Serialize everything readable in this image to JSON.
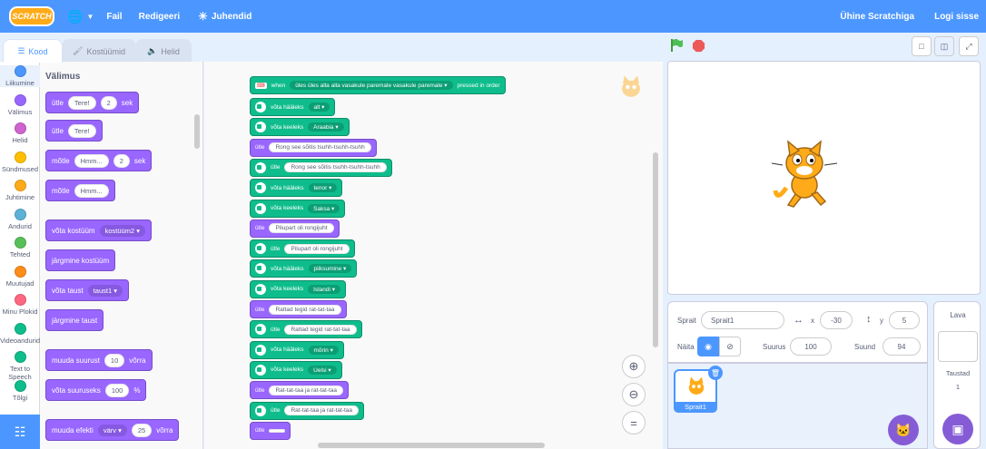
{
  "menubar": {
    "logo": "SCRATCH",
    "file": "Fail",
    "edit": "Redigeeri",
    "tutorials": "Juhendid",
    "join": "Ühine Scratchiga",
    "signin": "Logi sisse"
  },
  "tabs": {
    "code": "Kood",
    "costumes": "Kostüümid",
    "sounds": "Helid"
  },
  "categories": [
    {
      "label": "Liikumine",
      "color": "#4c97ff"
    },
    {
      "label": "Välimus",
      "color": "#9966ff"
    },
    {
      "label": "Helid",
      "color": "#cf63cf"
    },
    {
      "label": "Sündmused",
      "color": "#ffbf00"
    },
    {
      "label": "Juhtimine",
      "color": "#ffab19"
    },
    {
      "label": "Andurid",
      "color": "#5cb1d6"
    },
    {
      "label": "Tehted",
      "color": "#59c059"
    },
    {
      "label": "Muutujad",
      "color": "#ff8c1a"
    },
    {
      "label": "Minu Plokid",
      "color": "#ff6680"
    },
    {
      "label": "Videoandurid",
      "color": "#0fbd8c"
    },
    {
      "label": "Text to Speech",
      "color": "#0fbd8c"
    },
    {
      "label": "Tõlgi",
      "color": "#0fbd8c"
    }
  ],
  "palette": {
    "title": "Välimus",
    "say_secs": {
      "word": "ütle",
      "text": "Tere!",
      "secs": "2",
      "unit": "sek"
    },
    "say": {
      "word": "ütle",
      "text": "Tere!"
    },
    "think_secs": {
      "word": "mõtle",
      "text": "Hmm...",
      "secs": "2",
      "unit": "sek"
    },
    "think": {
      "word": "mõtle",
      "text": "Hmm..."
    },
    "switch_costume": {
      "word": "võta kostüüm",
      "value": "kostüüm2"
    },
    "next_costume": "järgmine kostüüm",
    "switch_backdrop": {
      "word": "võta taust",
      "value": "taust1"
    },
    "next_backdrop": "järgmine taust",
    "change_size": {
      "word": "muuda suurust",
      "value": "10",
      "unit": "võrra"
    },
    "set_size": {
      "word": "võta suuruseks",
      "value": "100",
      "unit": "%"
    },
    "change_effect": {
      "word": "muuda efekti",
      "effect": "värv",
      "value": "25",
      "unit": "võrra"
    }
  },
  "script": {
    "hat": {
      "when": "when",
      "keys": "üles üles alla alla vasakule paremale vasakule paremale",
      "suffix": "pressed in order"
    },
    "blocks": [
      {
        "kind": "tts",
        "word": "võta hääleks",
        "value": "alt",
        "dd": true
      },
      {
        "kind": "tts",
        "word": "võta keeleks",
        "value": "Araabia",
        "dd": true
      },
      {
        "kind": "say",
        "word": "ütle",
        "value": "Rong see sõitis tsuhh-tsuhh-tsuhh"
      },
      {
        "kind": "tts",
        "word": "ütle",
        "value": "Rong see sõitis tsuhh-tsuhh-tsuhh",
        "dd": false
      },
      {
        "kind": "tts",
        "word": "võta hääleks",
        "value": "tenor",
        "dd": true
      },
      {
        "kind": "tts",
        "word": "võta keeleks",
        "value": "Saksa",
        "dd": true
      },
      {
        "kind": "say",
        "word": "ütle",
        "value": "Pilupart oli rongijuht"
      },
      {
        "kind": "tts",
        "word": "ütle",
        "value": "Pilupart oli rongijuht",
        "dd": false
      },
      {
        "kind": "tts",
        "word": "võta hääleks",
        "value": "piiksumine",
        "dd": true
      },
      {
        "kind": "tts",
        "word": "võta keeleks",
        "value": "Islandi",
        "dd": true
      },
      {
        "kind": "say",
        "word": "ütle",
        "value": "Rattad tegid rat-tat-taa"
      },
      {
        "kind": "tts",
        "word": "ütle",
        "value": "Rattad tegid rat-tat-taa",
        "dd": false
      },
      {
        "kind": "tts",
        "word": "võta hääleks",
        "value": "mõrin",
        "dd": true
      },
      {
        "kind": "tts",
        "word": "võta keeleks",
        "value": "Uelsi",
        "dd": true
      },
      {
        "kind": "say",
        "word": "ütle",
        "value": "Rat-tat-taa ja rat-tat-taa"
      },
      {
        "kind": "tts",
        "word": "ütle",
        "value": "Rat-tat-taa ja rat-tat-taa",
        "dd": false
      },
      {
        "kind": "say",
        "word": "ütle",
        "value": ""
      }
    ]
  },
  "sprite_info": {
    "sprite_label": "Sprait",
    "sprite_name": "Sprait1",
    "x_label": "x",
    "x": "-30",
    "y_label": "y",
    "y": "5",
    "show_label": "Näita",
    "size_label": "Suurus",
    "size": "100",
    "direction_label": "Suund",
    "direction": "94"
  },
  "sprite_list": [
    {
      "name": "Sprait1"
    }
  ],
  "stage_pane": {
    "title": "Lava",
    "backdrops_label": "Taustad",
    "backdrops_count": "1"
  }
}
